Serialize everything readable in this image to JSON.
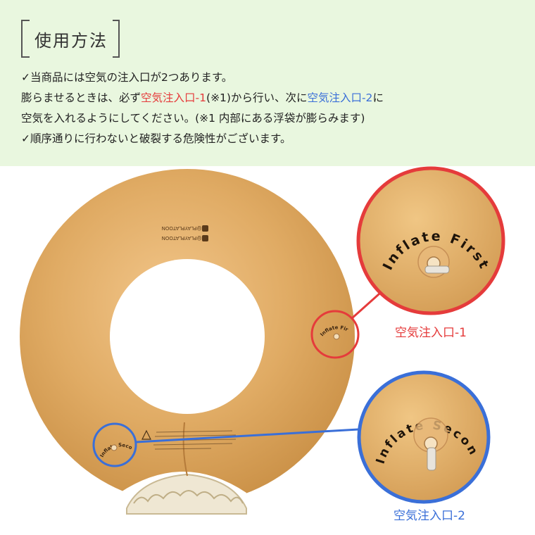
{
  "heading": "使用方法",
  "instructions": {
    "line1": "✓当商品には空気の注入口が2つあります。",
    "line2_pre": "膨らませるときは、必ず",
    "line2_red": "空気注入口-1",
    "line2_mid": "(※1)から行い、次に",
    "line2_blue": "空気注入口-2",
    "line2_post": "に",
    "line3": "空気を入れるようにしてください。(※1 内部にある浮袋が膨らみます)",
    "line4": "✓順序通りに行わないと破裂する危険性がございます。"
  },
  "product": {
    "brand_line1": "@PLAYPLATOON",
    "brand_line2": "@PLAYPLATOON",
    "valve1_print": "Inflate First",
    "valve2_print": "Inflate Second",
    "valve1_zoom_print": "Inflate First",
    "valve2_zoom_print": "Inflate Second"
  },
  "labels": {
    "valve1": "空気注入口-1",
    "valve2": "空気注入口-2"
  },
  "colors": {
    "panel_bg": "#e9f7df",
    "valve1_accent": "#e53b3b",
    "valve2_accent": "#3a6fd8",
    "ring": "#d9a45e"
  }
}
